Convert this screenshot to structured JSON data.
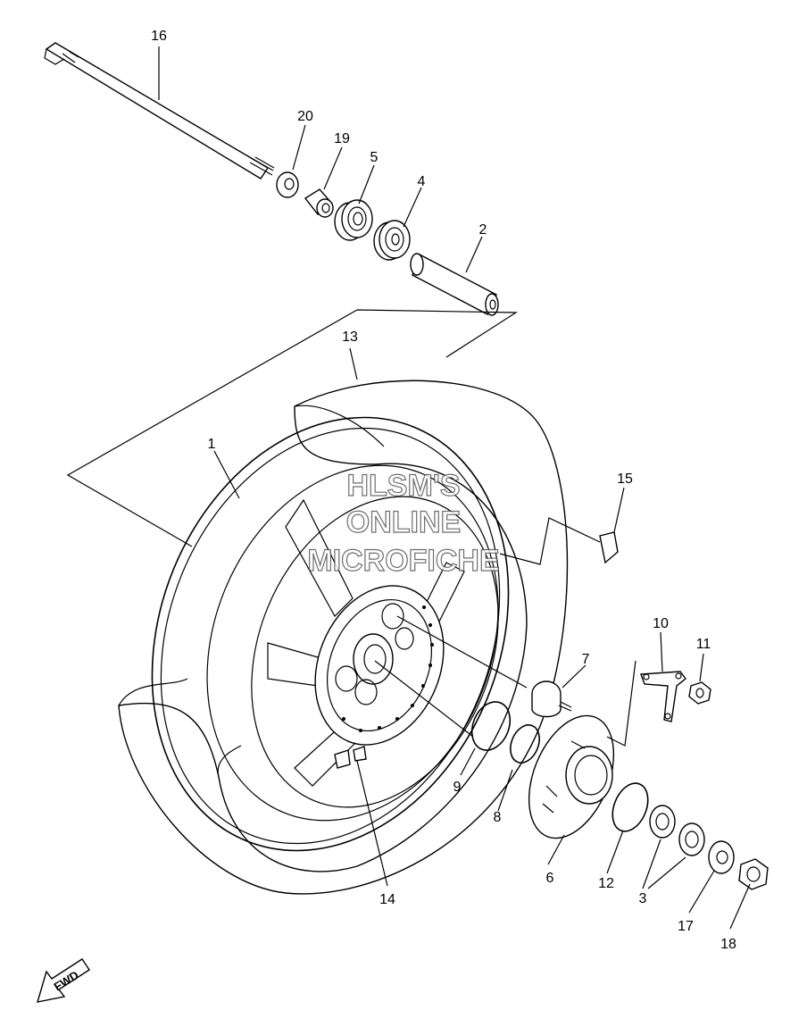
{
  "watermark": {
    "line1": "HLSM'S",
    "line2": "ONLINE",
    "line3": "MICROFICHE"
  },
  "fwd_label": "FWD",
  "parts": [
    {
      "ref": "16"
    },
    {
      "ref": "20"
    },
    {
      "ref": "19"
    },
    {
      "ref": "5"
    },
    {
      "ref": "4"
    },
    {
      "ref": "2"
    },
    {
      "ref": "13"
    },
    {
      "ref": "1"
    },
    {
      "ref": "15"
    },
    {
      "ref": "10"
    },
    {
      "ref": "11"
    },
    {
      "ref": "7"
    },
    {
      "ref": "9"
    },
    {
      "ref": "8"
    },
    {
      "ref": "6"
    },
    {
      "ref": "12"
    },
    {
      "ref": "3"
    },
    {
      "ref": "17"
    },
    {
      "ref": "18"
    },
    {
      "ref": "14"
    }
  ]
}
